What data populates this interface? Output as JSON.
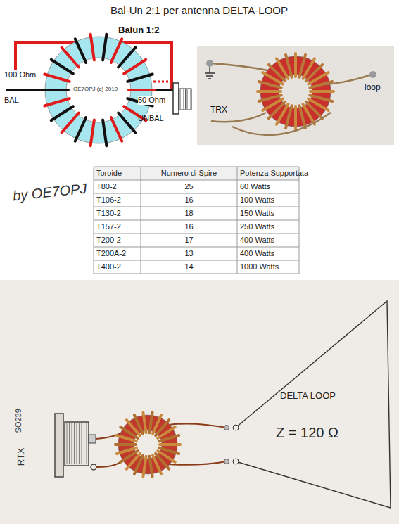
{
  "diagram": {
    "title": "Bal-Un 2:1  per antenna DELTA-LOOP",
    "nodes": [
      {
        "text": [
          "DELTA LOOP",
          "Z = 120 Ω"
        ]
      }
    ],
    "labels": [
      "Balun 1:2",
      "100 Ohm",
      "BAL",
      "OE7OPJ (c) 2010",
      "50 Ohm",
      "UNBAL",
      "TRX",
      "loop",
      "by OE7OPJ",
      "Toroide",
      "Numero di Spire",
      "Potenza Supportata",
      "T80-2",
      "25",
      "60 Watts",
      "T106-2",
      "16",
      "100 Watts",
      "T130-2",
      "18",
      "150 Watts",
      "T157-2",
      "16",
      "250 Watts",
      "T200-2",
      "17",
      "400 Watts",
      "T200A-2",
      "13",
      "400 Watts",
      "T400-2",
      "14",
      "1000 Watts",
      "SO239",
      "RTX"
    ]
  }
}
